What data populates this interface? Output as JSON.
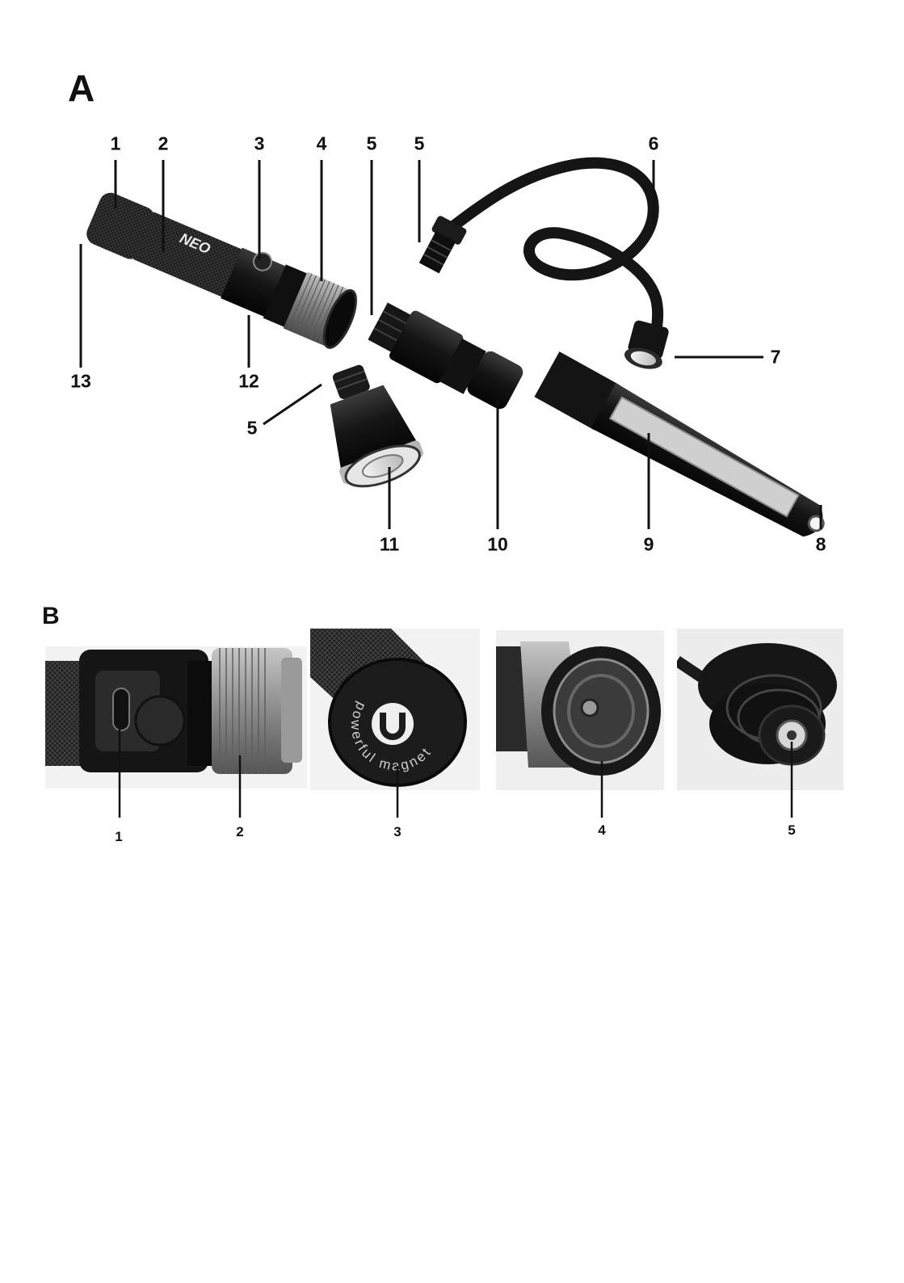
{
  "figure_a": {
    "letter": "A",
    "brand": "NEO",
    "callouts": [
      "1",
      "2",
      "3",
      "4",
      "5",
      "5",
      "6",
      "13",
      "12",
      "7",
      "5",
      "11",
      "10",
      "9",
      "8"
    ]
  },
  "figure_b": {
    "letter": "B",
    "magnet_text": "powerful magnet",
    "callouts": [
      "1",
      "2",
      "3",
      "4",
      "5"
    ]
  },
  "colors": {
    "ink": "#111111",
    "body": "#1a1a1a",
    "metal": "#8c8c8c"
  }
}
